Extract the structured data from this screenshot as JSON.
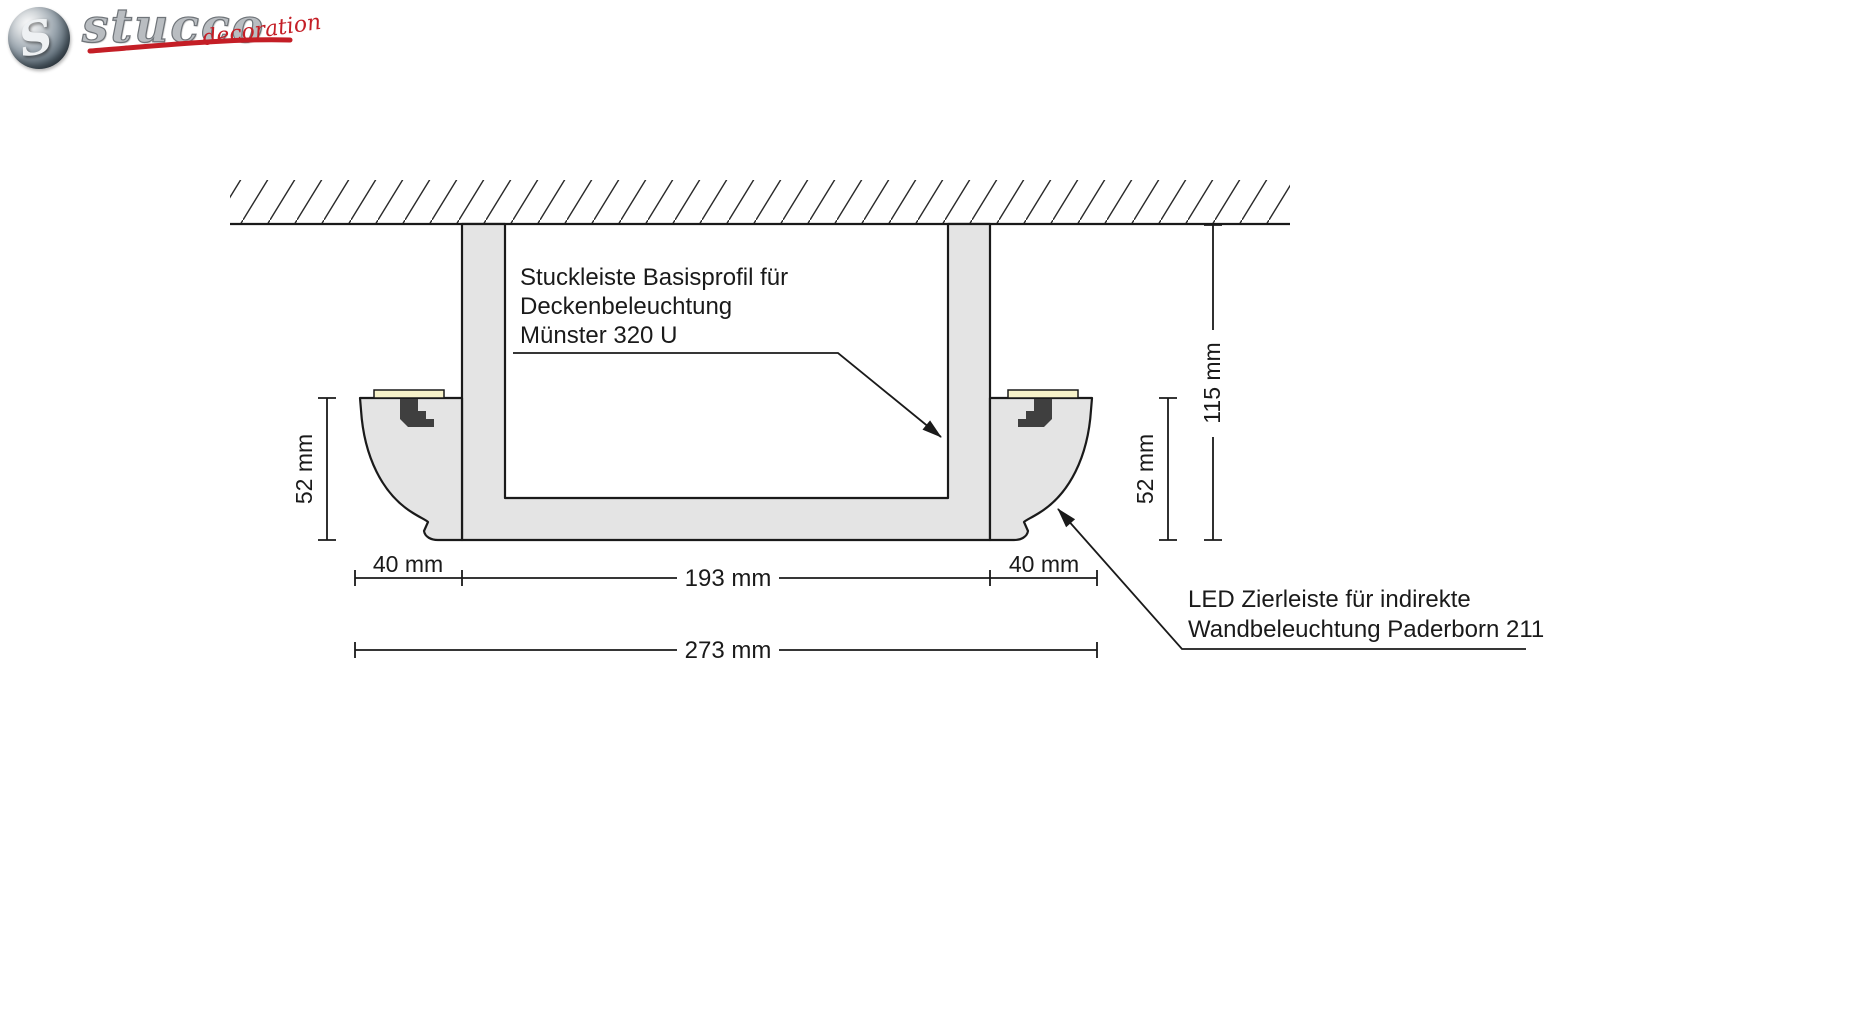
{
  "logo": {
    "brand": "stucco",
    "tagline": "decoration"
  },
  "annotations": {
    "basisprofil": {
      "line1": "Stuckleiste Basisprofil für",
      "line2": "Deckenbeleuchtung",
      "line3": "Münster 320 U"
    },
    "led": {
      "line1": "LED Zierleiste für indirekte",
      "line2": "Wandbeleuchtung Paderborn 211"
    }
  },
  "dimensions": {
    "left_height": "52 mm",
    "right_height": "52 mm",
    "total_height": "115 mm",
    "left_width": "40 mm",
    "right_width": "40 mm",
    "inner_width": "193 mm",
    "total_width": "273 mm"
  },
  "colors": {
    "profile_fill": "#e4e4e4",
    "led_strip": "#f7f2c9",
    "outline": "#1a1a1a",
    "brand_red": "#c41e26",
    "brand_gray": "#b9bdc1"
  }
}
